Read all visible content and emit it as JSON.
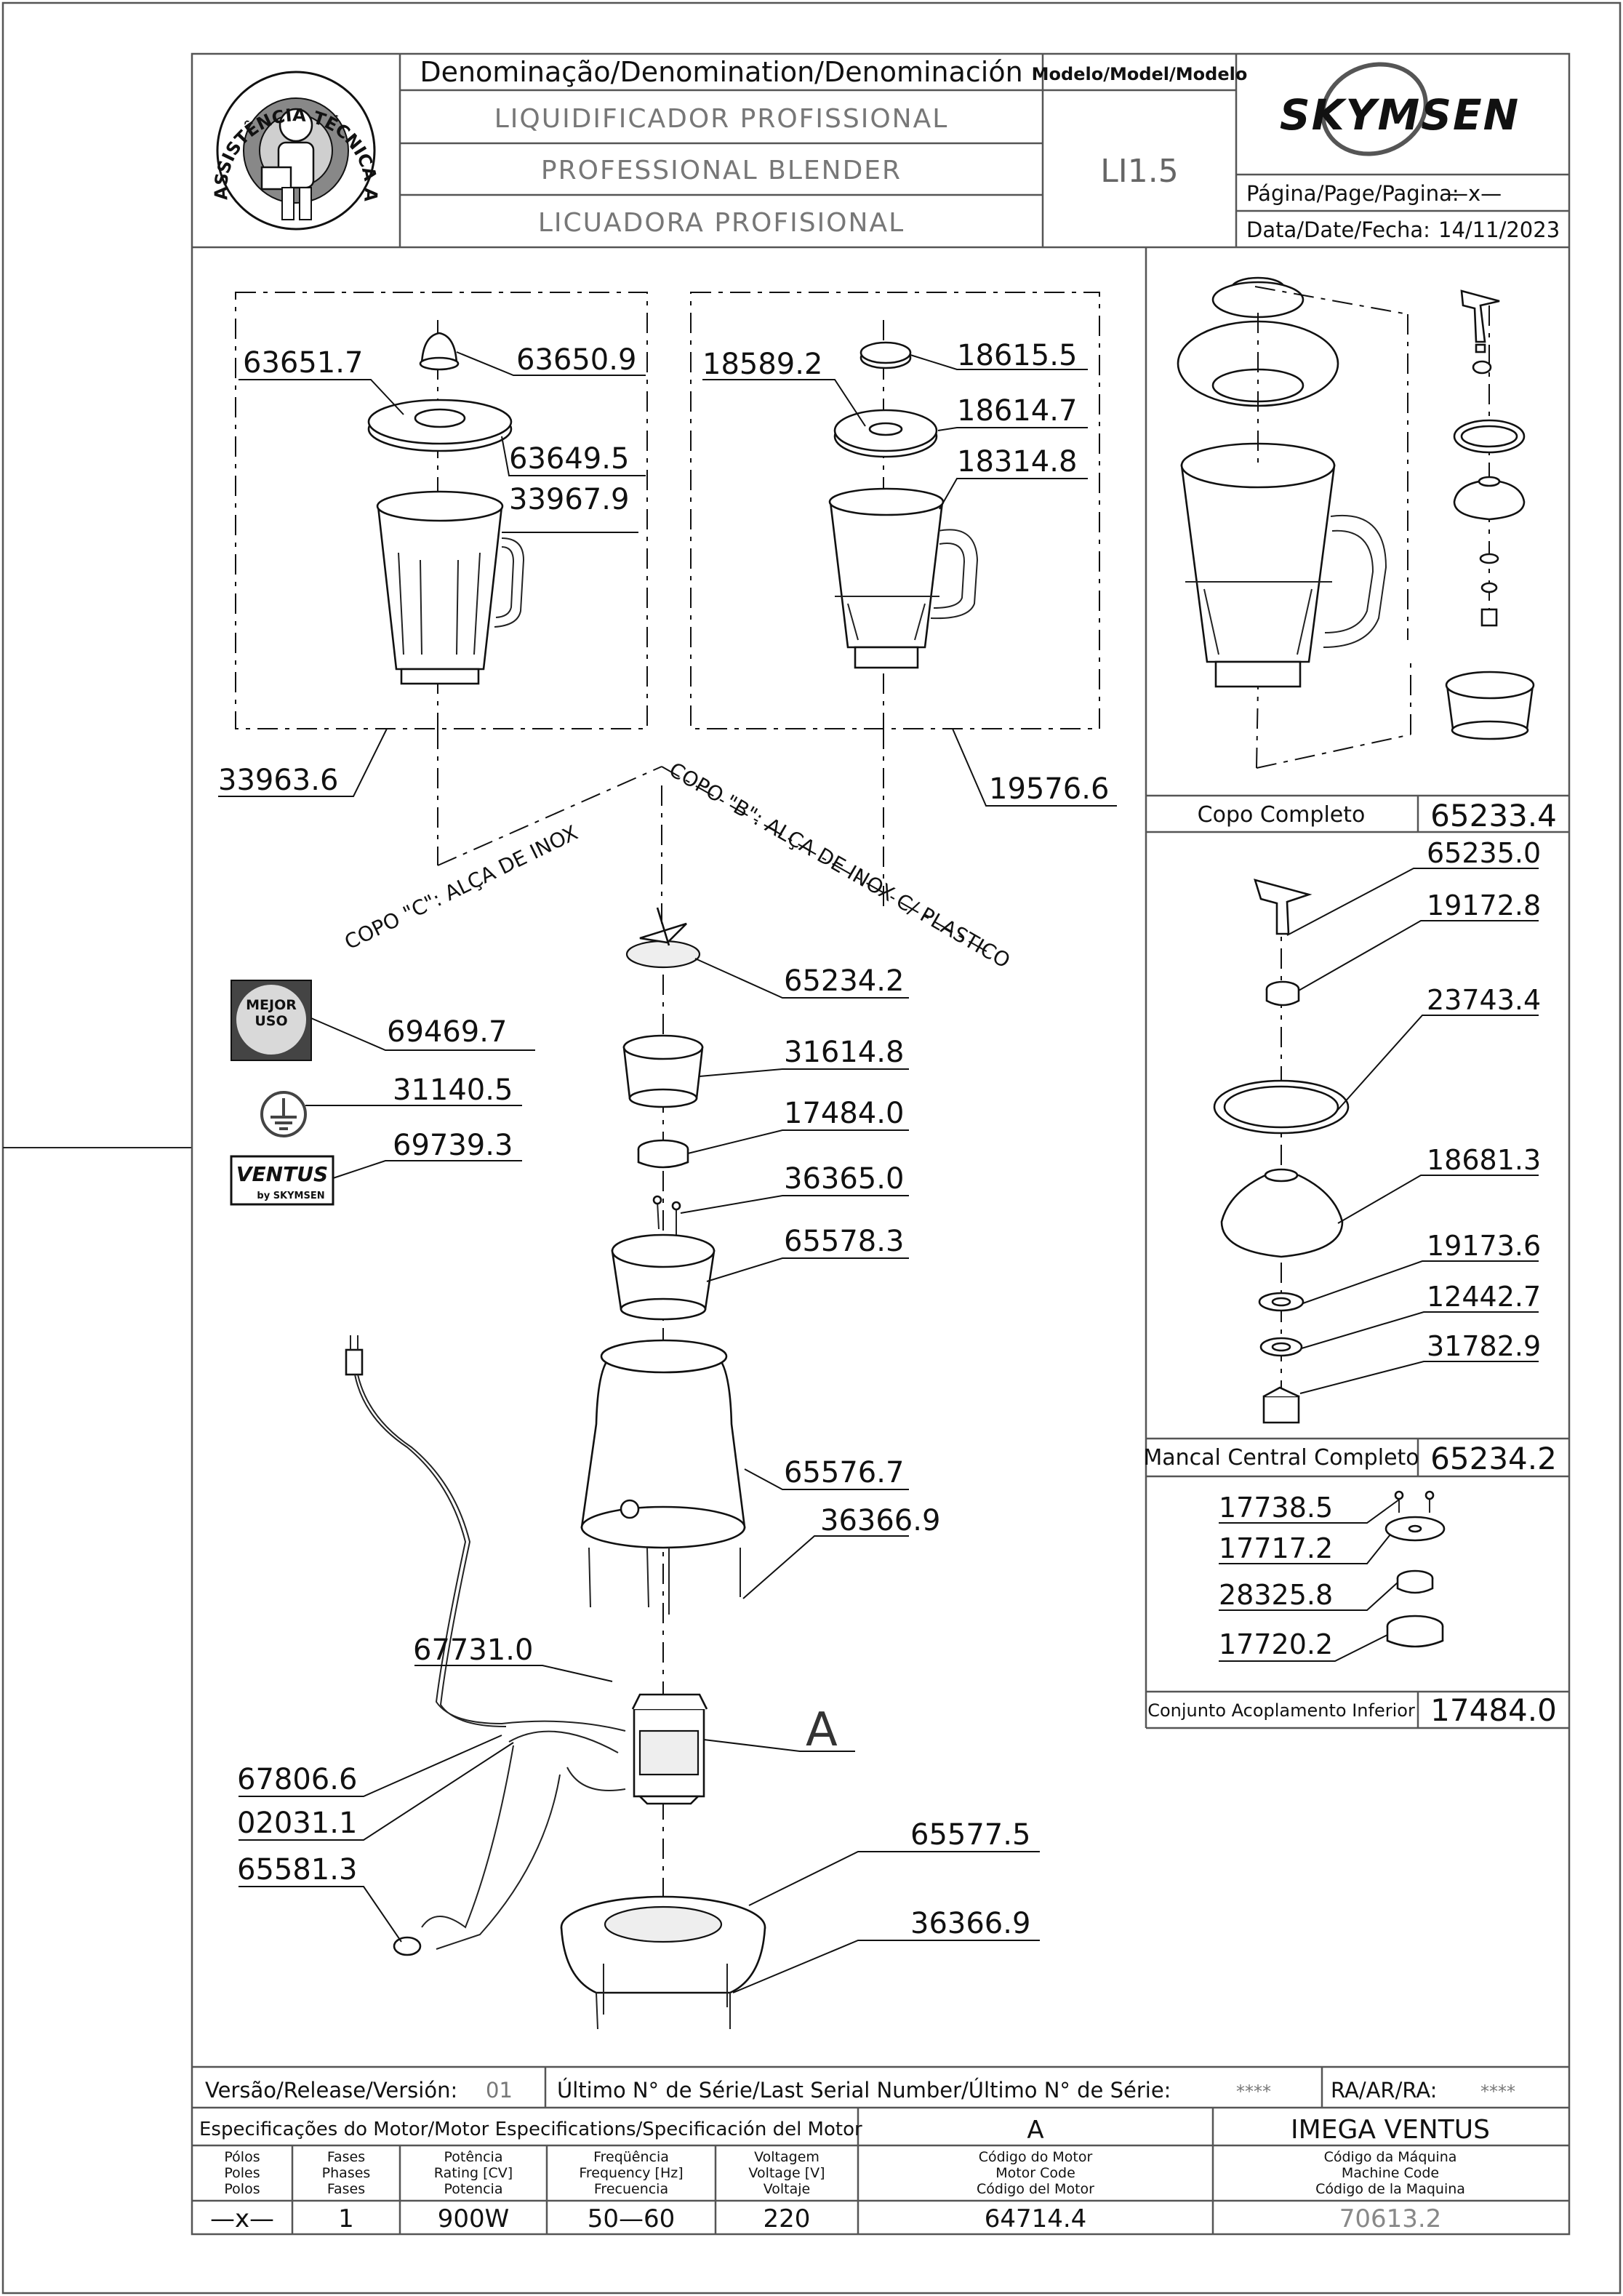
{
  "header": {
    "denomination_title": "Denominação/Denomination/Denominación",
    "name_pt": "LIQUIDIFICADOR PROFISSIONAL",
    "name_en": "PROFESSIONAL BLENDER",
    "name_es": "LICUADORA PROFISIONAL",
    "model_title": "Modelo/Model/Modelo",
    "model": "LI1.5",
    "brand": "SKYMSEN",
    "page_label": "Página/Page/Pagina:",
    "page_value": "—x—",
    "date_label": "Data/Date/Fecha:",
    "date_value": "14/11/2023",
    "seal_text": "ASSISTÊNCIA TÉCNICA AUTORIZADA"
  },
  "parts": {
    "p63651_7": "63651.7",
    "p63650_9": "63650.9",
    "p63649_5": "63649.5",
    "p33967_9": "33967.9",
    "p18589_2": "18589.2",
    "p18615_5": "18615.5",
    "p18614_7": "18614.7",
    "p18314_8": "18314.8",
    "p33963_6": "33963.6",
    "p19576_6": "19576.6",
    "p65234_2": "65234.2",
    "p69469_7": "69469.7",
    "p31614_8": "31614.8",
    "p31140_5": "31140.5",
    "p17484_0": "17484.0",
    "p69739_3": "69739.3",
    "p36365_0": "36365.0",
    "p65578_3": "65578.3",
    "p65576_7": "65576.7",
    "p36366_9a": "36366.9",
    "p67731_0": "67731.0",
    "pA": "A",
    "p67806_6": "67806.6",
    "p02031_1": "02031.1",
    "p65581_3": "65581.3",
    "p65577_5": "65577.5",
    "p36366_9b": "36366.9"
  },
  "jars": {
    "copo_c": "COPO \"C\": ALÇA DE INOX",
    "copo_b": "COPO \"B\": ALÇA DE INOX C/ PLASTICO"
  },
  "stickers": {
    "mejor_uso_line1": "MEJOR",
    "mejor_uso_line2": "USO",
    "ventus": "VENTUS",
    "ventus_by": "by SKYMSEN"
  },
  "side_panels": {
    "copo_completo_label": "Copo Completo",
    "copo_completo_code": "65233.4",
    "mancal": {
      "p65235_0": "65235.0",
      "p19172_8": "19172.8",
      "p23743_4": "23743.4",
      "p18681_3": "18681.3",
      "p19173_6": "19173.6",
      "p12442_7": "12442.7",
      "p31782_9": "31782.9",
      "label": "Mancal Central Completo",
      "code": "65234.2"
    },
    "acoplamento": {
      "p17738_5": "17738.5",
      "p17717_2": "17717.2",
      "p28325_8": "28325.8",
      "p17720_2": "17720.2",
      "label": "Conjunto Acoplamento Inferior",
      "code": "17484.0"
    }
  },
  "footer": {
    "version_label": "Versão/Release/Versión:",
    "version_value": "01",
    "serial_label": "Último N° de Série/Last Serial Number/Último N° de Série:",
    "serial_value": "****",
    "ra_label": "RA/AR/RA:",
    "ra_value": "****",
    "motor_spec_title": "Especificações do Motor/Motor Especifications/Specificación del Motor",
    "motor_code_letter": "A",
    "machine_name": "IMEGA VENTUS",
    "col_poles": [
      "Pólos",
      "Poles",
      "Polos"
    ],
    "col_phases": [
      "Fases",
      "Phases",
      "Fases"
    ],
    "col_power": [
      "Potência",
      "Rating [CV]",
      "Potencia"
    ],
    "col_freq": [
      "Freqüência",
      "Frequency [Hz]",
      "Frecuencia"
    ],
    "col_voltage": [
      "Voltagem",
      "Voltage [V]",
      "Voltaje"
    ],
    "col_motor_code": [
      "Código do Motor",
      "Motor Code",
      "Código del Motor"
    ],
    "col_machine_code": [
      "Código da Máquina",
      "Machine Code",
      "Código de la Maquina"
    ],
    "val_poles": "—x—",
    "val_phases": "1",
    "val_power": "900W",
    "val_freq": "50—60",
    "val_voltage": "220",
    "val_motor_code": "64714.4",
    "val_machine_code": "70613.2"
  }
}
